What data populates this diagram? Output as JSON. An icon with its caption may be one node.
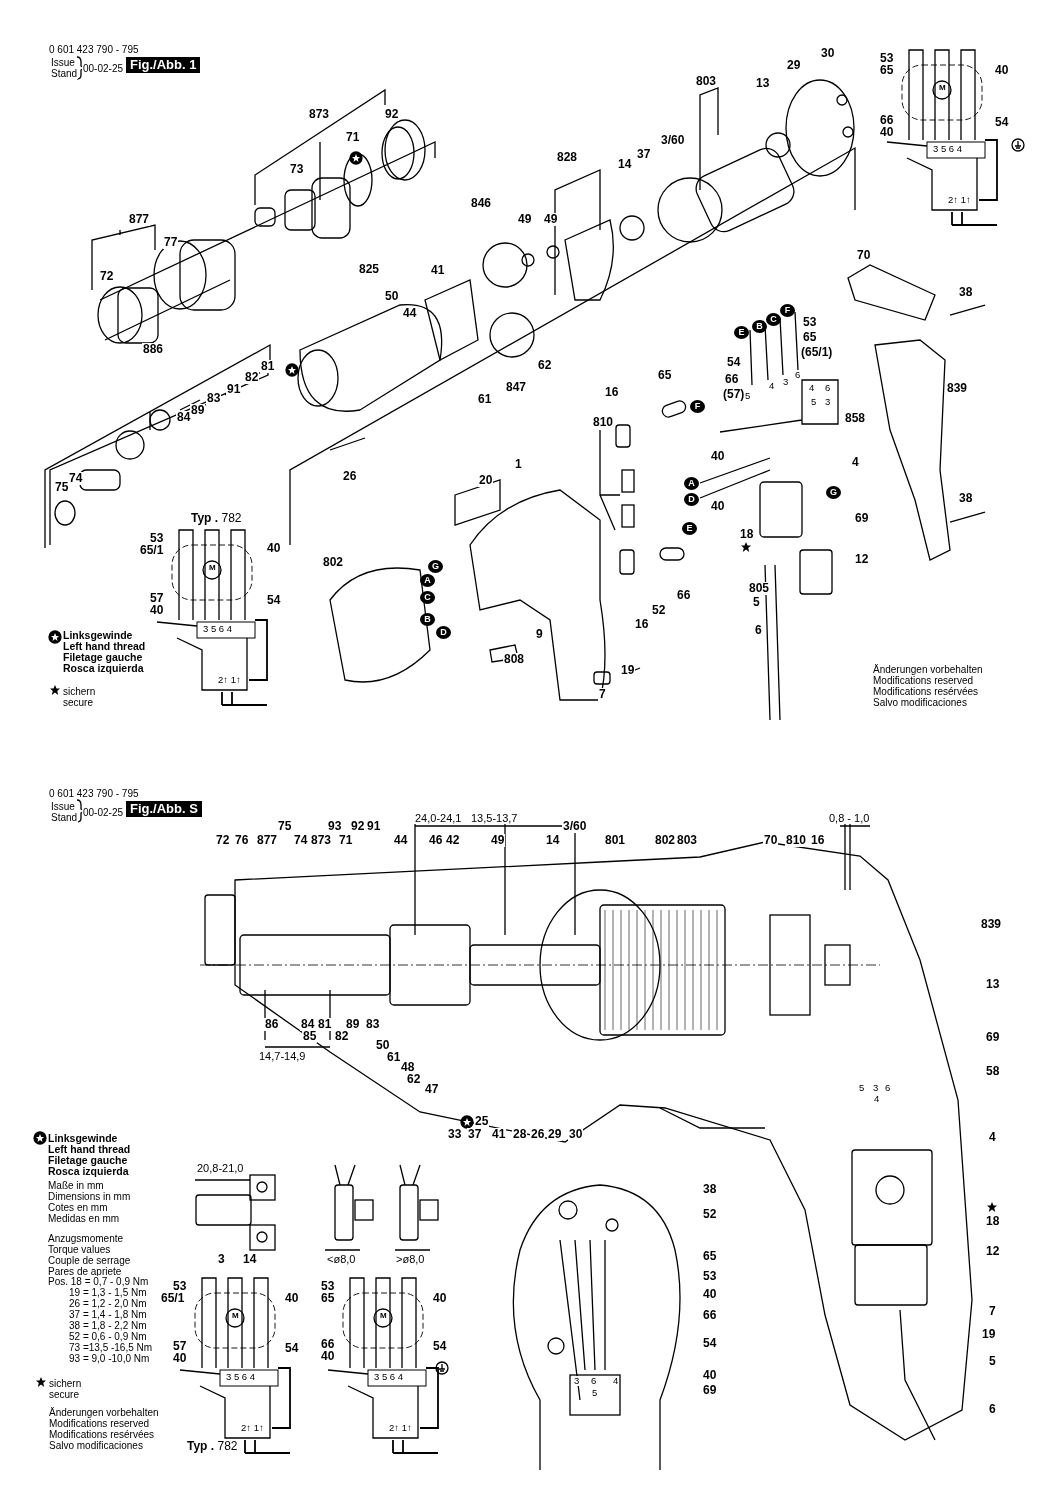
{
  "diagram": {
    "labels": [
      "0 601 423 790 - 795",
      "Issue",
      "Stand",
      "00-02-25",
      "Fig./Abb. 1",
      "873",
      "92",
      "71",
      "73",
      "877",
      "77",
      "72",
      "825",
      "50",
      "44",
      "41",
      "846",
      "49",
      "49",
      "828",
      "14",
      "37",
      "3/60",
      "803",
      "13",
      "29",
      "30",
      "62",
      "61",
      "847",
      "886",
      "81",
      "82",
      "91",
      "83",
      "89",
      "84",
      "75",
      "74",
      "26",
      "20",
      "1",
      "802",
      "9",
      "808",
      "7",
      "19",
      "16",
      "65",
      "810",
      "16",
      "52",
      "66",
      "53",
      "65",
      "(65/1)",
      "54",
      "66",
      "(57)",
      "858",
      "40",
      "40",
      "4",
      "18",
      "69",
      "12",
      "805",
      "5",
      "6",
      "70",
      "38",
      "839",
      "38",
      "A",
      "G",
      "C",
      "B",
      "D",
      "E",
      "B",
      "C",
      "F",
      "F",
      "E",
      "A",
      "D",
      "G",
      "5",
      "4",
      "3",
      "6",
      "4",
      "6",
      "5",
      "3",
      "**Typ .** 782",
      "53",
      "65/1",
      "40",
      "57",
      "40",
      "54",
      "M",
      "3 5 6 4",
      "2↑ 1↑",
      "53",
      "65",
      "40",
      "66",
      "40",
      "54",
      "M",
      "3 5 6 4",
      "2↑ 1↑",
      "Linksgewinde",
      "Left hand thread",
      "Filetage gauche",
      "Rosca izquierda",
      "sichern",
      "secure",
      "Änderungen vorbehalten",
      "Modifications reserved",
      "Modifications resérvées",
      "Salvo modificaciones",
      "0 601 423 790 - 795",
      "Issue",
      "Stand",
      "00-02-25",
      "Fig./Abb. S",
      "24,0-24,1",
      "13,5-13,7",
      "0,8 - 1,0",
      "72",
      "76",
      "877",
      "75",
      "74",
      "873",
      "93",
      "71",
      "92",
      "91",
      "44",
      "46",
      "42",
      "49",
      "14",
      "3/60",
      "801",
      "802",
      "803",
      "70",
      "810",
      "16",
      "839",
      "13",
      "69",
      "58",
      "86",
      "84",
      "81",
      "89",
      "83",
      "85",
      "82",
      "50",
      "61",
      "48",
      "62",
      "47",
      "14,7-14,9",
      "25",
      "33",
      "37",
      "41",
      "28",
      "26",
      "29",
      "30",
      "5",
      "3",
      "6",
      "4",
      "4",
      "18",
      "12",
      "7",
      "19",
      "5",
      "6",
      "Linksgewinde",
      "Left hand thread",
      "Filetage gauche",
      "Rosca izquierda",
      "Maße in mm",
      "Dimensions in mm",
      "Cotes en mm",
      "Medidas en mm",
      "Anzugsmomente",
      "Torque values",
      "Couple de serrage",
      "Pares de apriete",
      "Pos. 18 = 0,7 - 0,9 Nm",
      "19 = 1,3 - 1,5 Nm",
      "26 = 1,2 - 2,0 Nm",
      "37 = 1,4 - 1,8 Nm",
      "38 = 1,8 - 2,2 Nm",
      "52 = 0,6 - 0,9 Nm",
      "73 =13,5 -16,5 Nm",
      "93 = 9,0 -10,0 Nm",
      "sichern",
      "secure",
      "Änderungen vorbehalten",
      "Modifications reserved",
      "Modifications resérvées",
      "Salvo modificaciones",
      "20,8-21,0",
      "3",
      "14",
      "<ø8,0",
      ">ø8,0",
      "38",
      "52",
      "65",
      "53",
      "40",
      "66",
      "54",
      "40",
      "69",
      "3",
      "6",
      "5",
      "4",
      "53",
      "65/1",
      "40",
      "57",
      "40",
      "54",
      "M",
      "3 5 6 4",
      "2↑ 1↑",
      "**Typ .** 782",
      "53",
      "65",
      "40",
      "66",
      "40",
      "54",
      "M",
      "3 5 6 4",
      "2↑ 1↑"
    ]
  }
}
